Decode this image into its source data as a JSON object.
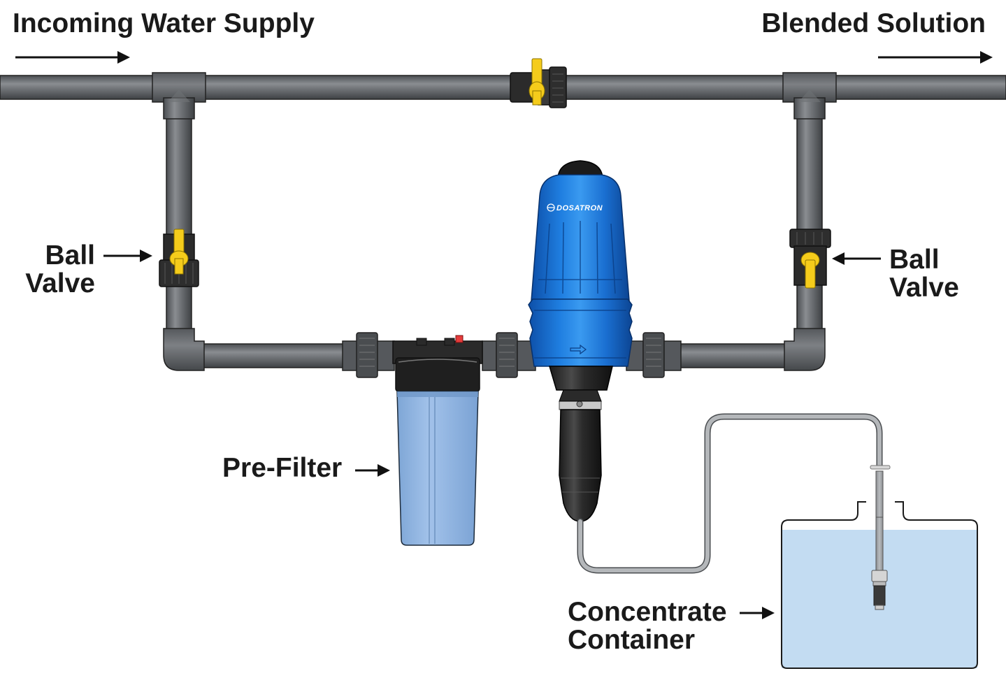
{
  "diagram": {
    "type": "plumbing-installation",
    "labels": {
      "incoming": "Incoming Water Supply",
      "blended": "Blended Solution",
      "ball_valve_left_line1": "Ball",
      "ball_valve_left_line2": "Valve",
      "ball_valve_right_line1": "Ball",
      "ball_valve_right_line2": "Valve",
      "prefilter": "Pre-Filter",
      "container_line1": "Concentrate",
      "container_line2": "Container"
    },
    "brand": "DOSATRON",
    "components": [
      {
        "id": "main-pipe",
        "name": "Main water line"
      },
      {
        "id": "bypass-valve",
        "name": "Bypass ball valve"
      },
      {
        "id": "inlet-valve",
        "name": "Ball Valve (inlet)"
      },
      {
        "id": "outlet-valve",
        "name": "Ball Valve (outlet)"
      },
      {
        "id": "prefilter",
        "name": "Pre-Filter"
      },
      {
        "id": "injector",
        "name": "DOSATRON injector"
      },
      {
        "id": "suction-tube",
        "name": "Suction tube"
      },
      {
        "id": "container",
        "name": "Concentrate Container"
      }
    ],
    "flow": [
      {
        "from": "Incoming Water Supply",
        "to": "Ball Valve (inlet)"
      },
      {
        "from": "Ball Valve (inlet)",
        "to": "Pre-Filter"
      },
      {
        "from": "Pre-Filter",
        "to": "DOSATRON injector"
      },
      {
        "from": "DOSATRON injector",
        "to": "Ball Valve (outlet)"
      },
      {
        "from": "Ball Valve (outlet)",
        "to": "Blended Solution"
      },
      {
        "from": "Concentrate Container",
        "to": "DOSATRON injector",
        "via": "Suction tube"
      }
    ],
    "colors": {
      "pipe": "#5f6266",
      "valve_handle": "#f5cc1b",
      "injector": "#1a6fd1",
      "filter_bowl": "#8fb4e0",
      "liquid": "#c3dcf2",
      "text": "#1a1a1a"
    }
  }
}
